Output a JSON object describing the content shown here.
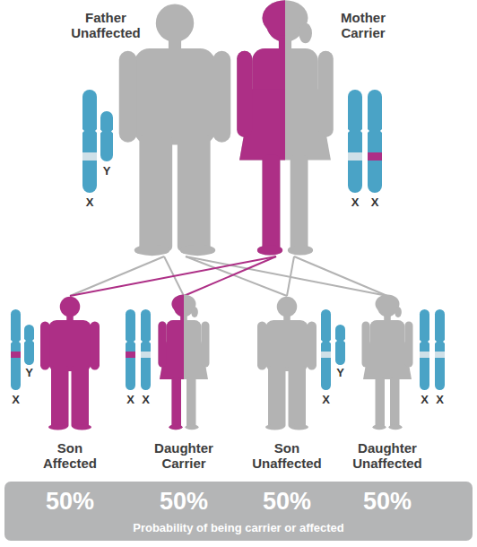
{
  "diagram": {
    "nodes": [
      {
        "text": [
          "Father Unaffected"
        ]
      },
      {
        "text": [
          "Mother Carrier"
        ]
      },
      {
        "text": [
          "Son Affected"
        ]
      },
      {
        "text": [
          "Daughter Carrier"
        ]
      },
      {
        "text": [
          "Son Unaffected"
        ]
      },
      {
        "text": [
          "Daughter Unaffected"
        ]
      },
      {
        "text": [
          "50%",
          "50%",
          "50%",
          "50%",
          "Probability of being carrier or affected"
        ]
      }
    ],
    "edges": [
      {
        "from": 0,
        "to": 2,
        "arrow": "none"
      },
      {
        "from": 0,
        "to": 3,
        "arrow": "none"
      },
      {
        "from": 0,
        "to": 4,
        "arrow": "none"
      },
      {
        "from": 0,
        "to": 5,
        "arrow": "none"
      },
      {
        "from": 1,
        "to": 2,
        "arrow": "none"
      },
      {
        "from": 1,
        "to": 3,
        "arrow": "none"
      },
      {
        "from": 1,
        "to": 4,
        "arrow": "none"
      },
      {
        "from": 1,
        "to": 5,
        "arrow": "none"
      }
    ],
    "labels": [
      "X",
      "Y",
      "X",
      "X",
      "X",
      "Y",
      "X",
      "X",
      "X",
      "Y",
      "X",
      "X"
    ]
  }
}
